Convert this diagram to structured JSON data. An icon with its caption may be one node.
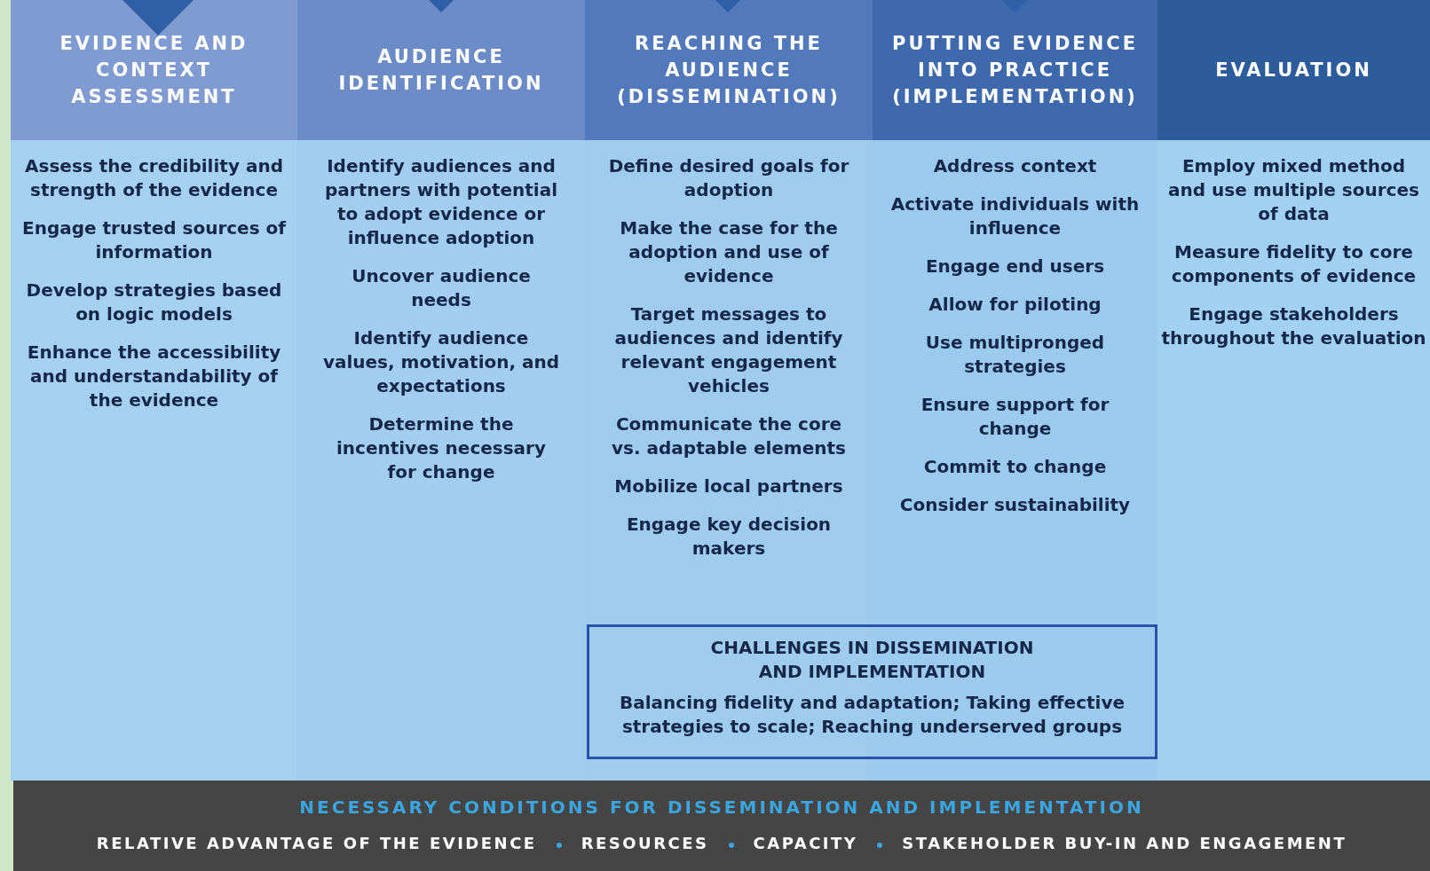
{
  "diagram": {
    "nodes": [
      {
        "text": [
          "EVIDENCE AND CONTEXT ASSESSMENT",
          "Assess the credibility and strength of the evidence",
          "Engage trusted sources of information",
          "Develop strategies based on logic models",
          "Enhance the accessibility and understandability of the evidence"
        ]
      },
      {
        "text": [
          "AUDIENCE IDENTIFICATION",
          "Identify audiences and partners with potential to adopt evidence or influence adoption",
          "Uncover audience needs",
          "Identify audience values, motivation, and expectations",
          "Determine the incentives necessary for change"
        ]
      },
      {
        "text": [
          "REACHING THE AUDIENCE (DISSEMINATION)",
          "Define desired goals for adoption",
          "Make the case for the adoption and use of evidence",
          "Target messages to audiences and identify relevant engagement vehicles",
          "Communicate the core vs. adaptable elements",
          "Mobilize local partners",
          "Engage key decision makers"
        ]
      },
      {
        "text": [
          "PUTTING EVIDENCE INTO PRACTICE (IMPLEMENTATION)",
          "Address context",
          "Activate individuals with influence",
          "Engage end users",
          "Allow for piloting",
          "Use multipronged strategies",
          "Ensure support for change",
          "Commit to change",
          "Consider sustainability"
        ]
      },
      {
        "text": [
          "EVALUATION",
          "Employ mixed method and use multiple sources of data",
          "Measure fidelity to core components of evidence",
          "Engage stakeholders throughout the evaluation"
        ]
      },
      {
        "text": [
          "CHALLENGES IN DISSEMINATION AND IMPLEMENTATION",
          "Balancing fidelity and adaptation; Taking effective strategies to scale; Reaching underserved groups"
        ]
      },
      {
        "text": [
          "NECESSARY CONDITIONS FOR DISSEMINATION AND IMPLEMENTATION",
          "RELATIVE ADVANTAGE OF THE EVIDENCE",
          "RESOURCES",
          "CAPACITY",
          "STAKEHOLDER BUY-IN AND ENGAGEMENT"
        ]
      }
    ],
    "edges": []
  }
}
